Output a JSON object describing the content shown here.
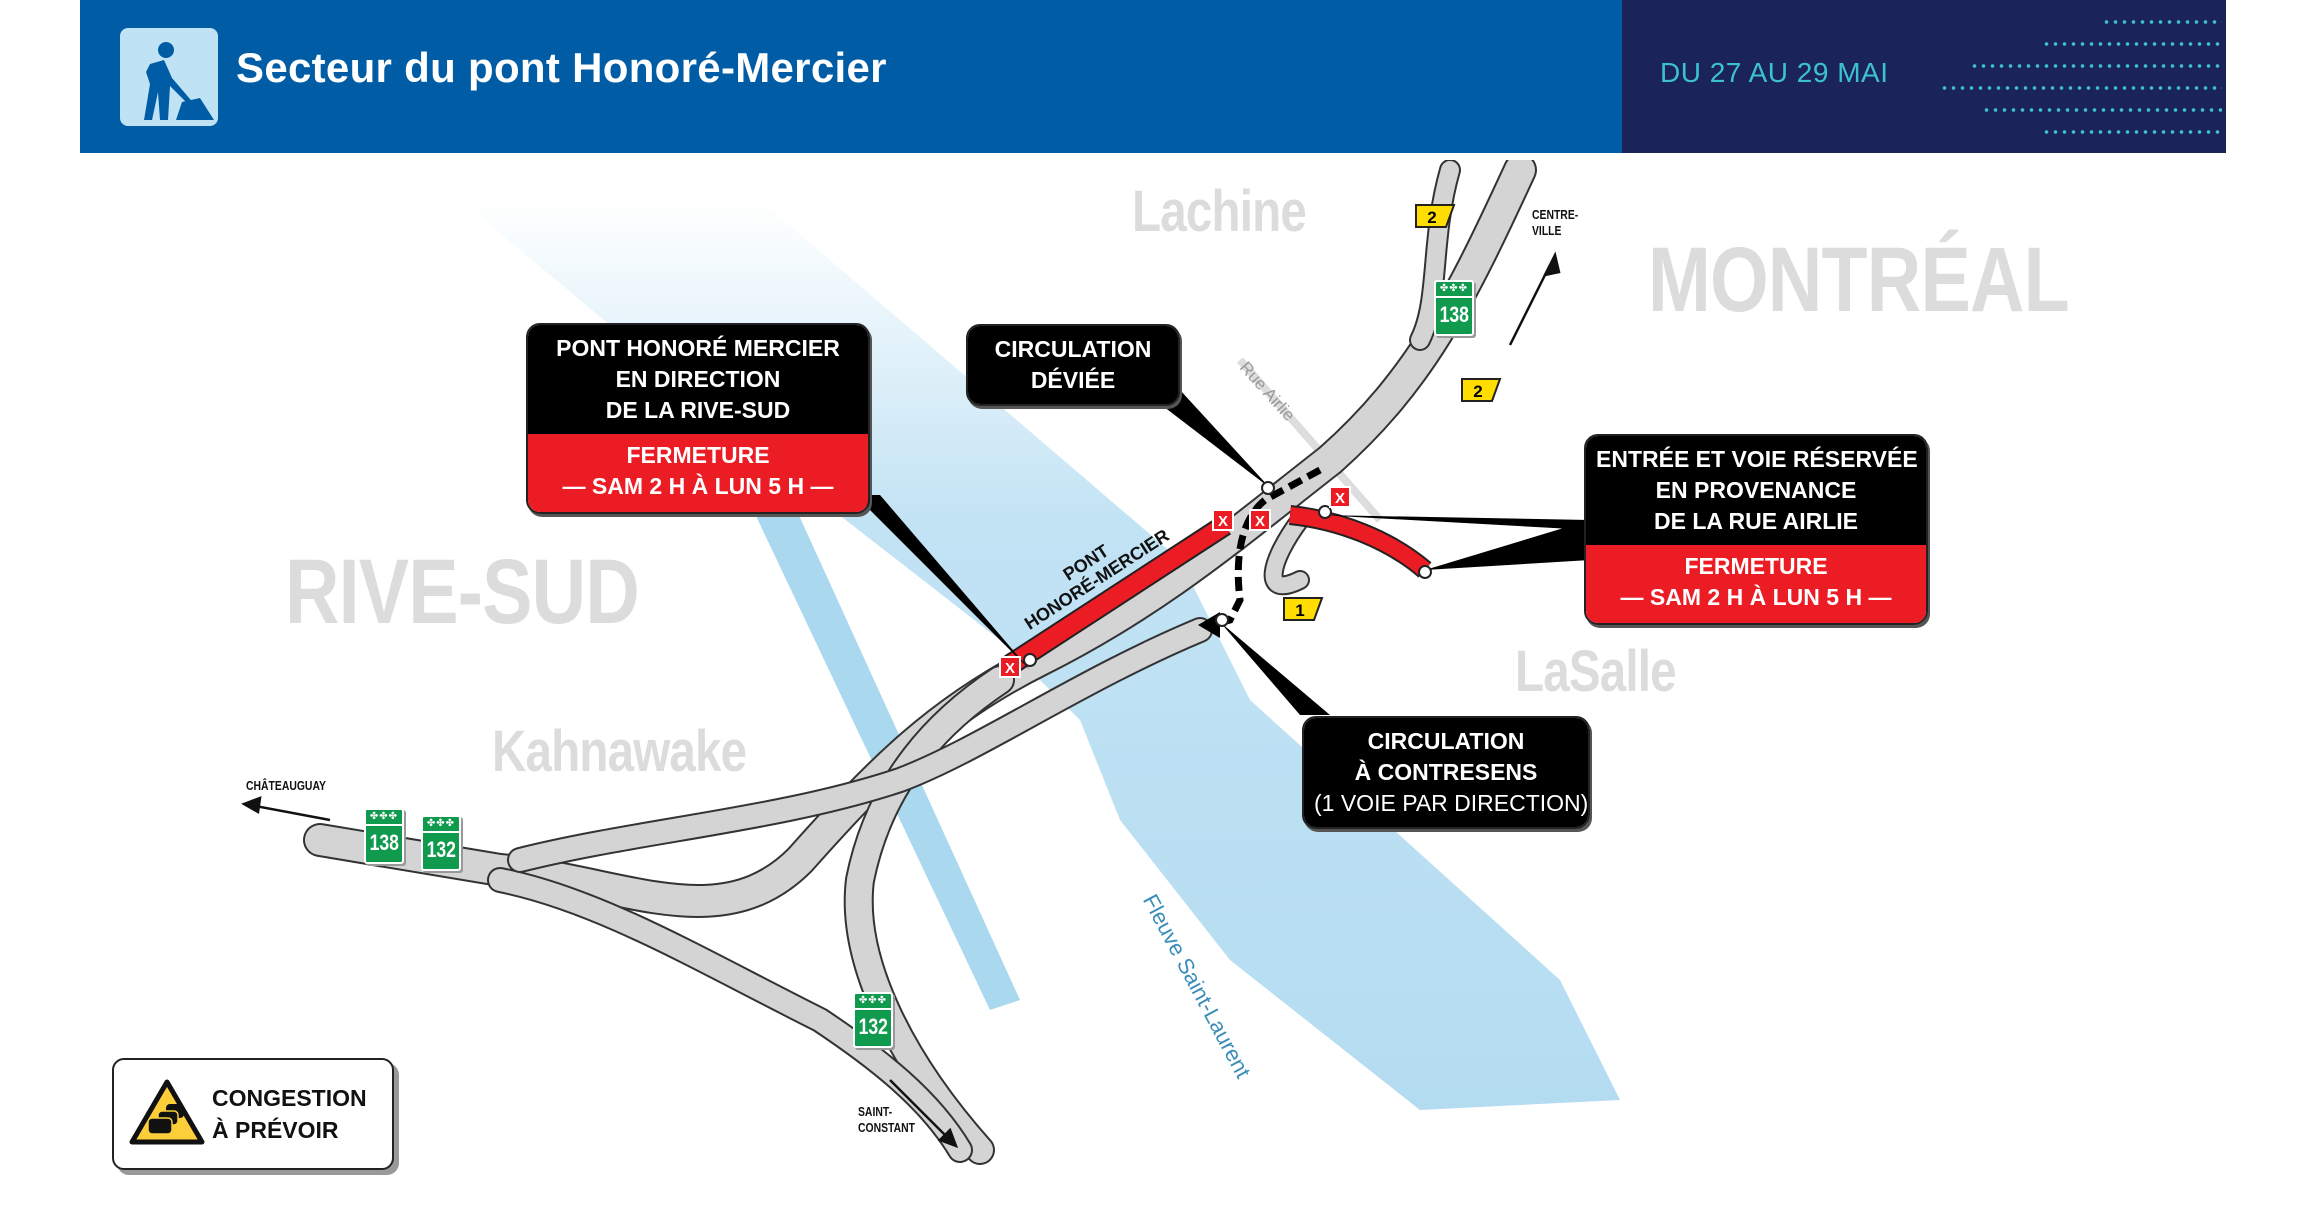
{
  "header": {
    "title": "Secteur du pont Honoré-Mercier",
    "date_range": "DU 27 AU 29 MAI",
    "icon": "worker-shovel-icon",
    "colors": {
      "primary": "#005ca5",
      "secondary": "#1b2459",
      "accent": "#3cc1d3"
    }
  },
  "places": {
    "lachine": "Lachine",
    "montreal": "MONTRÉAL",
    "rive_sud": "RIVE-SUD",
    "kahnawake": "Kahnawake",
    "lasalle": "LaSalle",
    "river": "Fleuve Saint-Laurent",
    "street": "Rue Airlie",
    "bridge_line1": "PONT",
    "bridge_line2": "HONORÉ-MERCIER"
  },
  "directions": {
    "centre_ville": [
      "CENTRE-",
      "VILLE"
    ],
    "chateauguay": "CHÂTEAUGUAY",
    "saint_constant": [
      "SAINT-",
      "CONSTANT"
    ]
  },
  "shields": {
    "route_138_north": "138",
    "route_138_west": "138",
    "route_132_west": "132",
    "route_132_south": "132",
    "fleurons": "✤✤✤"
  },
  "exit_signs": {
    "exit_2_top": "2",
    "exit_2_mid": "2",
    "exit_1": "1"
  },
  "callouts": {
    "bridge_closure": {
      "lines": [
        "PONT HONORÉ MERCIER",
        "EN DIRECTION",
        "DE LA RIVE-SUD"
      ],
      "status": "FERMETURE",
      "period": "— SAM 2 H À LUN 5 H —"
    },
    "detour": {
      "lines": [
        "CIRCULATION",
        "DÉVIÉE"
      ]
    },
    "airlie_closure": {
      "lines": [
        "ENTRÉE ET VOIE RÉSERVÉE",
        "EN PROVENANCE",
        "DE LA RUE AIRLIE"
      ],
      "status": "FERMETURE",
      "period": "— SAM 2 H À LUN 5 H —"
    },
    "contraflow": {
      "lines": [
        "CIRCULATION",
        "À CONTRESENS"
      ],
      "note": "(1 VOIE PAR DIRECTION)"
    }
  },
  "legend": {
    "line1": "CONGESTION",
    "line2": "À PRÉVOIR",
    "icon": "congestion-warning-icon"
  },
  "colors": {
    "closure_red": "#ec1c24",
    "road_grey": "#d4d4d4",
    "water": "#a9d8ef",
    "shield_green": "#0f9a4e",
    "exit_yellow": "#ffdd00"
  }
}
